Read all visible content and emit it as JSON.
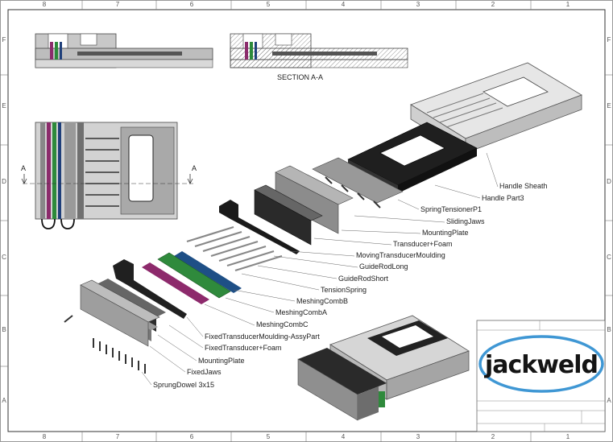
{
  "zones": {
    "columns": [
      "8",
      "7",
      "6",
      "5",
      "4",
      "3",
      "2",
      "1"
    ],
    "rows": [
      "F",
      "E",
      "D",
      "C",
      "B",
      "A"
    ]
  },
  "section_title": "SECTION A-A",
  "section_marker": "A",
  "callouts": [
    "Handle Sheath",
    "Handle Part3",
    "SpringTensionerP1",
    "SlidingJaws",
    "MountingPlate",
    "Transducer+Foam",
    "MovingTransducerMoulding",
    "GuideRodLong",
    "GuideRodShort",
    "TensionSpring",
    "MeshingCombB",
    "MeshingCombA",
    "MeshingCombC",
    "FixedTransducerMoulding-AssyPart",
    "FixedTransducer+Foam",
    "MountingPlate",
    "FixedJaws",
    "SprungDowel 3x15"
  ],
  "title_block": {
    "logo": "jackweld",
    "logo_colors": {
      "ring": "#3f97d4",
      "text": "#141414"
    }
  }
}
